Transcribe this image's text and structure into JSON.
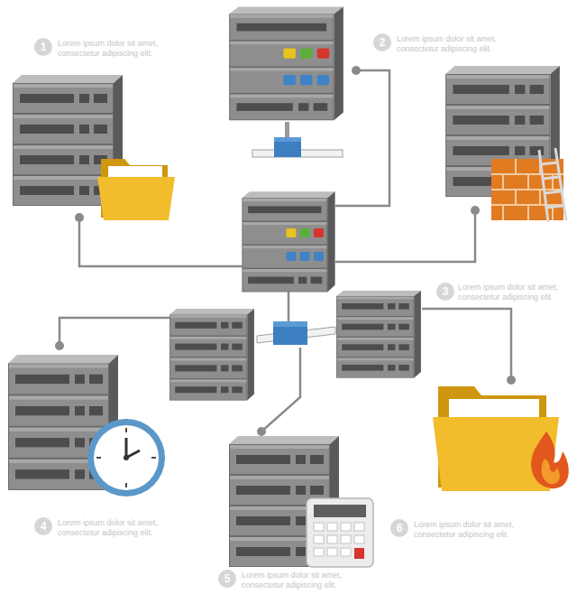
{
  "diagram": {
    "labels": [
      "1",
      "Lorem ipsum dolor sit amet, consectetur adipiscing elit.",
      "2",
      "Lorem ipsum dolor sit amet, consectetur adipiscing elit.",
      "3",
      "Lorem ipsum dolor sit amet, consectetur adipiscing elit.",
      "4",
      "Lorem ipsum dolor sit amet, consectetur adipiscing elit.",
      "5",
      "Lorem ipsum dolor sit amet, consectetur adipiscing elit.",
      "6",
      "Lorem ipsum dolor sit amet, consectetur adipiscing elit."
    ]
  }
}
